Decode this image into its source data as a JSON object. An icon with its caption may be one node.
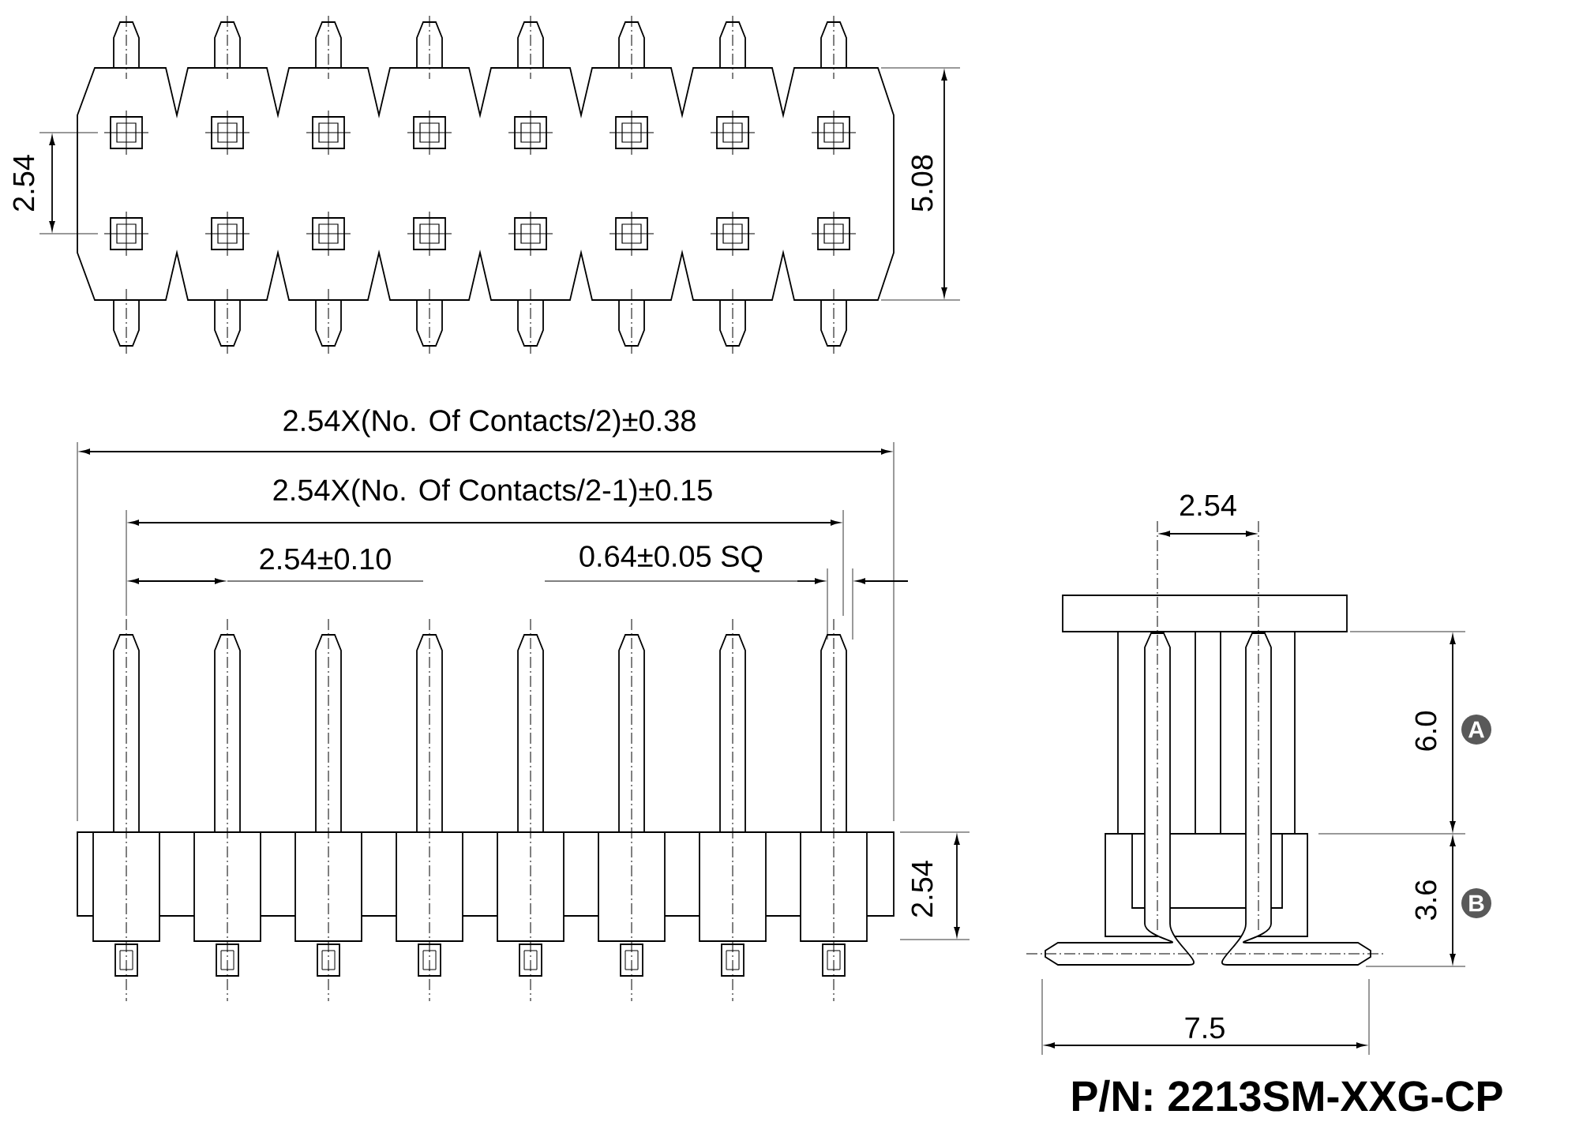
{
  "diagram": {
    "caption": "P/N: 2213SM-XXG-CP",
    "nodes": [
      {
        "text": [
          "A"
        ]
      },
      {
        "text": [
          "B"
        ]
      }
    ],
    "labels": [
      "2.54",
      "5.08",
      "2.54X(No. Of Contacts/2)±0.38",
      "2.54X(No. Of Contacts/2-1)±0.15",
      "2.54",
      "2.54±0.10",
      "0.64±0.05 SQ",
      "6.0",
      "2.54",
      "3.6",
      "7.5"
    ]
  }
}
